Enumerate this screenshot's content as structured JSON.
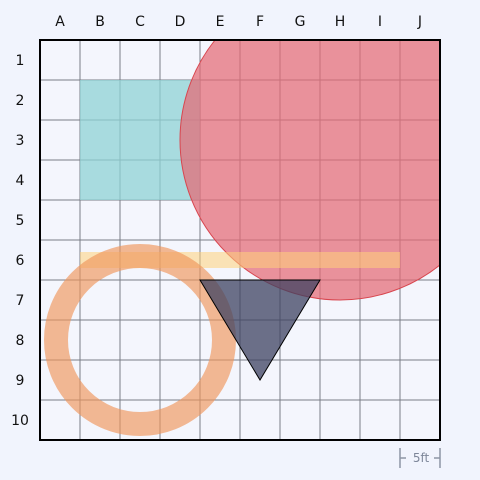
{
  "grid": {
    "columns": [
      "A",
      "B",
      "C",
      "D",
      "E",
      "F",
      "G",
      "H",
      "I",
      "J"
    ],
    "rows": [
      "1",
      "2",
      "3",
      "4",
      "5",
      "6",
      "7",
      "8",
      "9",
      "10"
    ],
    "background": "#f4f6fd",
    "line_color": "#7a7d86",
    "border_color": "#000000"
  },
  "scale": {
    "label": "5ft",
    "color": "#8e95a5"
  },
  "shapes": [
    {
      "name": "rectangle-template",
      "type": "rect",
      "color": "#8fd1d4",
      "opacity": 0.75,
      "from_cell": "B2",
      "to_cell": "D4"
    },
    {
      "name": "circle-template-red",
      "type": "circle",
      "color": "#e56a74",
      "opacity": 0.72,
      "center_cell": "H3",
      "radius_squares": 4
    },
    {
      "name": "line-template",
      "type": "line",
      "color": "#ffd27a",
      "opacity": 0.55,
      "from_cell": "B6",
      "to_cell": "I6"
    },
    {
      "name": "ring-template",
      "type": "ring",
      "color": "#f0955a",
      "opacity": 0.65,
      "center_cell": "C8",
      "radius_squares": 2.4
    },
    {
      "name": "triangle-template",
      "type": "triangle",
      "color": "#3e4260",
      "opacity": 0.75,
      "cells": [
        "E7",
        "G7",
        "F9"
      ]
    }
  ]
}
